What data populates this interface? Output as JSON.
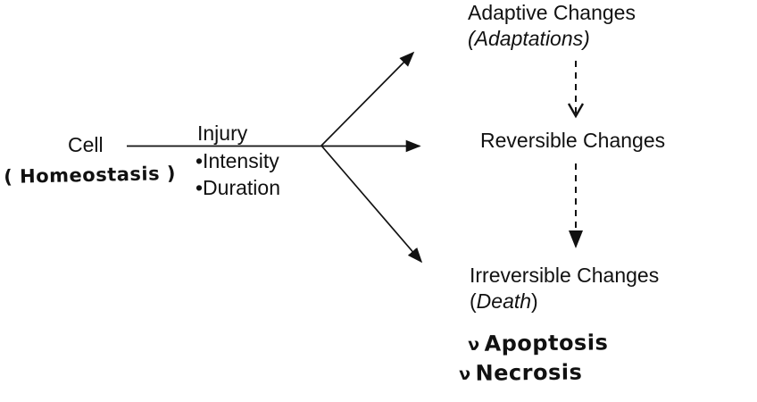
{
  "diagram": {
    "cell": {
      "label": "Cell",
      "annotation": "( Homeostasis )"
    },
    "injury": {
      "label": "Injury",
      "bullet_intensity": "•Intensity",
      "bullet_duration": "•Duration"
    },
    "adaptive": {
      "title": "Adaptive Changes",
      "subtitle": "(Adaptations)"
    },
    "reversible": {
      "title": "Reversible Changes"
    },
    "irreversible": {
      "title": "Irreversible Changes",
      "paren_open": "(",
      "word": "Death",
      "paren_close": ")"
    },
    "handwritten": {
      "apoptosis_marker": "ν",
      "apoptosis": "Apoptosis",
      "necrosis_marker": "ν",
      "necrosis": "Necrosis"
    },
    "colors": {
      "ink": "#111111",
      "background": "#ffffff"
    }
  }
}
